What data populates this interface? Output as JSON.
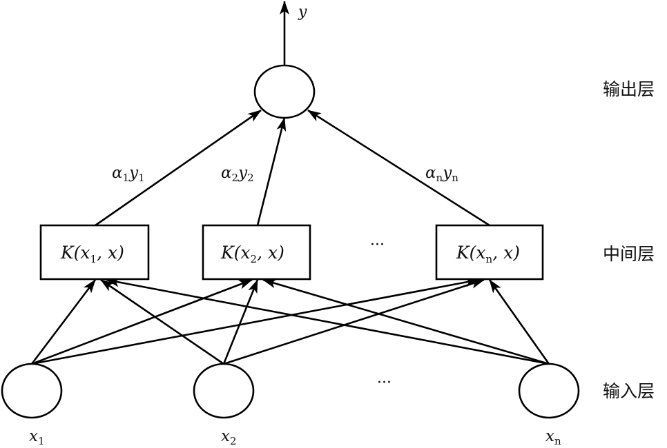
{
  "layers": {
    "output": "输出层",
    "hidden": "中间层",
    "input": "输入层"
  },
  "output_label": "y",
  "weights": [
    {
      "main": "α",
      "sub1": "1",
      "var": "y",
      "sub2": "1"
    },
    {
      "main": "α",
      "sub1": "2",
      "var": "y",
      "sub2": "2"
    },
    {
      "main": "α",
      "sub1": "n",
      "var": "y",
      "sub2": "n"
    }
  ],
  "kernels": [
    {
      "prefix": "K(x",
      "sub": "1",
      "suffix": ", x)"
    },
    {
      "prefix": "K(x",
      "sub": "2",
      "suffix": ", x)"
    },
    {
      "prefix": "K(x",
      "sub": "n",
      "suffix": ", x)"
    }
  ],
  "inputs": [
    {
      "var": "x",
      "sub": "1"
    },
    {
      "var": "x",
      "sub": "2"
    },
    {
      "var": "x",
      "sub": "n"
    }
  ],
  "ellipsis": "···"
}
